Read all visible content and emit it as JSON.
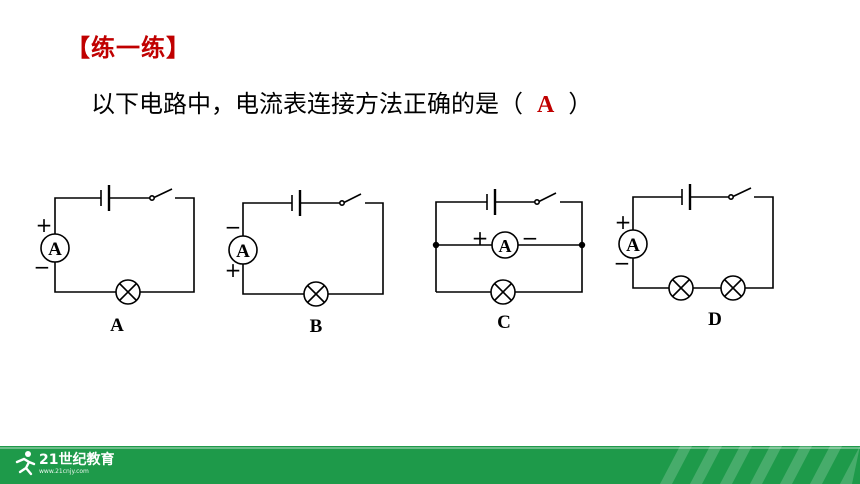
{
  "heading": "【练一练】",
  "question": {
    "prefix": "以下电路中，电流表连接方法正确的是（",
    "answer": "A",
    "suffix": "）"
  },
  "circuits": [
    {
      "label": "A",
      "meter": "A",
      "top_sign": "+",
      "bottom_sign": "−"
    },
    {
      "label": "B",
      "meter": "A",
      "top_sign": "−",
      "bottom_sign": "+"
    },
    {
      "label": "C",
      "meter": "A",
      "left_sign": "+",
      "right_sign": "−"
    },
    {
      "label": "D",
      "meter": "A",
      "top_sign": "+",
      "bottom_sign": "−"
    }
  ],
  "footer": {
    "logo_text": "21世纪教育",
    "logo_url": "www.21cnjy.com"
  },
  "colors": {
    "accent_red": "#c00000",
    "footer_green": "#1e9a4a"
  }
}
